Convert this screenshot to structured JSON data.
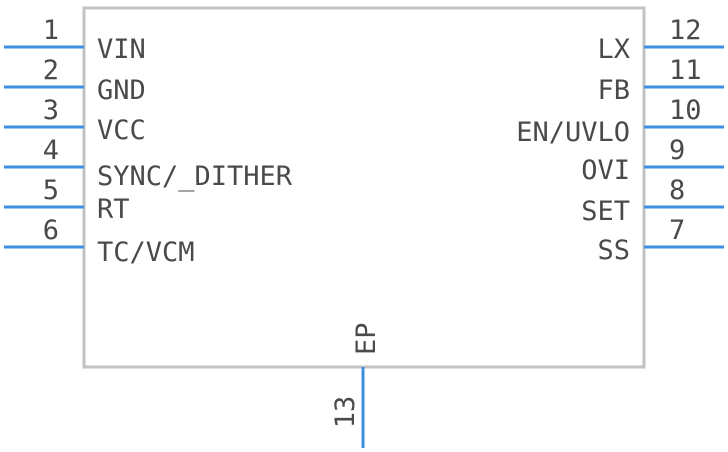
{
  "colors": {
    "body_outline": "#c2c2c2",
    "pin": "#3d8fe0",
    "text": "#4a4a4a",
    "background": "#ffffff"
  },
  "component": {
    "left_pins": [
      {
        "number": "1",
        "name": "VIN"
      },
      {
        "number": "2",
        "name": "GND"
      },
      {
        "number": "3",
        "name": "VCC"
      },
      {
        "number": "4",
        "name": "SYNC/_DITHER"
      },
      {
        "number": "5",
        "name": "RT"
      },
      {
        "number": "6",
        "name": "TC/VCM"
      }
    ],
    "right_pins": [
      {
        "number": "12",
        "name": "LX"
      },
      {
        "number": "11",
        "name": "FB"
      },
      {
        "number": "10",
        "name": "EN/UVLO"
      },
      {
        "number": "9",
        "name": "OVI"
      },
      {
        "number": "8",
        "name": "SET"
      },
      {
        "number": "7",
        "name": "SS"
      }
    ],
    "bottom_pins": [
      {
        "number": "13",
        "name": "EP"
      }
    ]
  }
}
